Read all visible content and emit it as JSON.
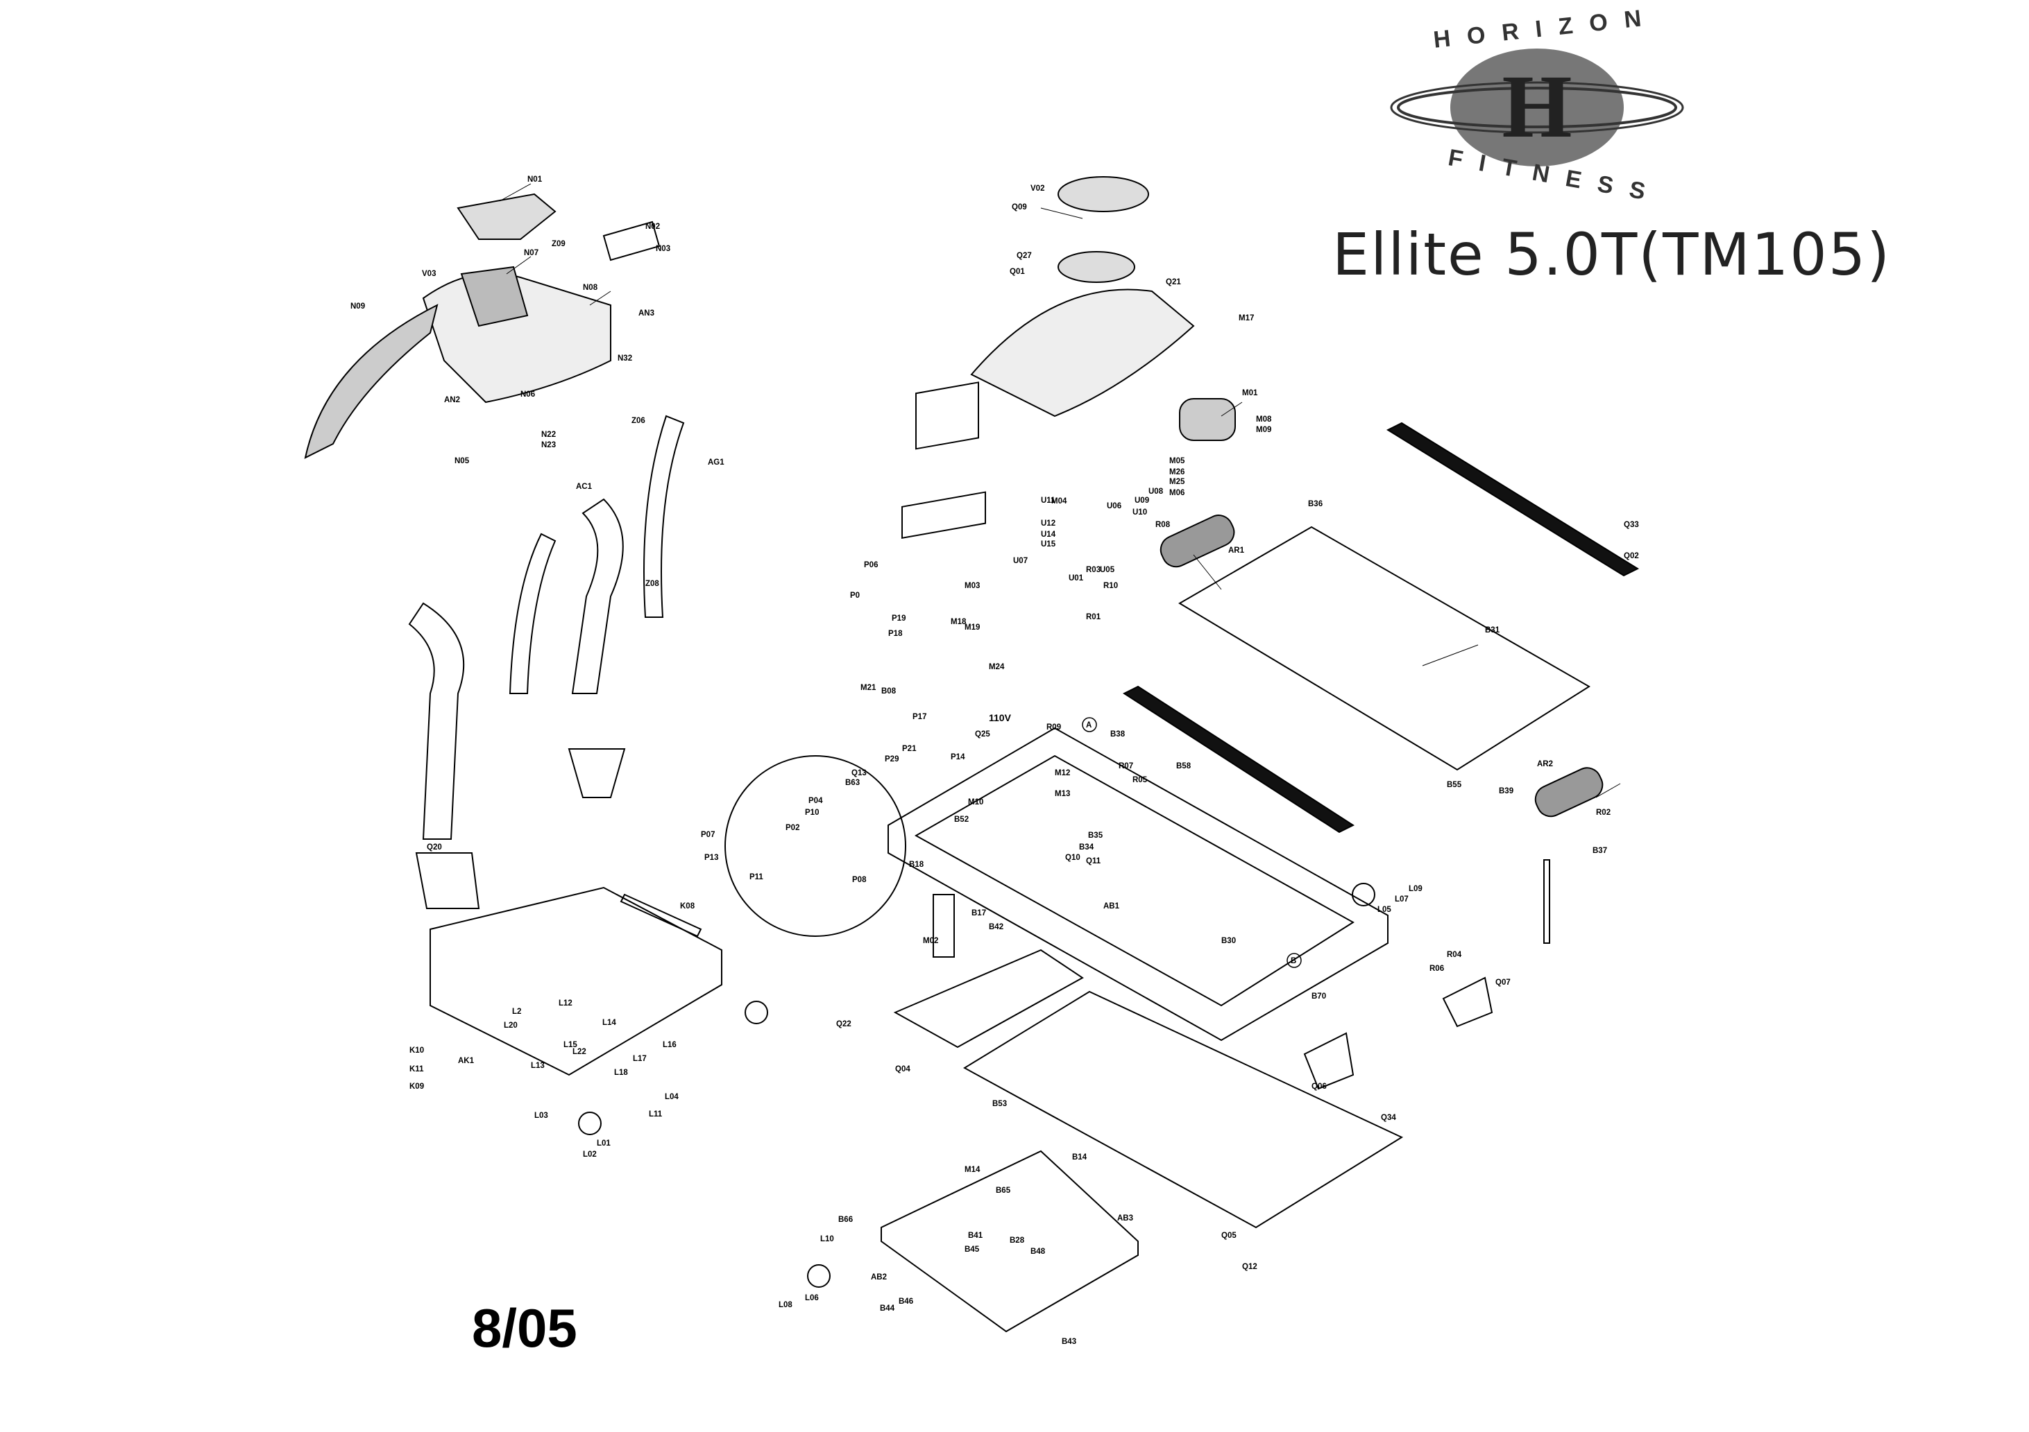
{
  "header": {
    "brand_top": "HORIZON",
    "brand_letter": "H",
    "brand_bottom": "FITNESS",
    "model_title": "Ellite  5.0T(TM105)"
  },
  "footer": {
    "date_code": "8/05"
  },
  "callouts": {
    "voltage": "110V",
    "circle_A": "A",
    "circle_B": "B"
  },
  "part_labels": [
    "N01",
    "N02",
    "N03",
    "N07",
    "N08",
    "N09",
    "N06",
    "N32",
    "N22",
    "N23",
    "N05",
    "Z09",
    "Z06",
    "Z08",
    "V03",
    "V02",
    "AN2",
    "AN3",
    "AG1",
    "AC1",
    "Q01",
    "Q09",
    "Q27",
    "Q21",
    "Q20",
    "Q25",
    "Q13",
    "Q33",
    "Q02",
    "Q22",
    "Q04",
    "Q07",
    "Q06",
    "Q34",
    "Q05",
    "Q12",
    "Q10",
    "Q11",
    "M17",
    "M01",
    "M08",
    "M09",
    "M05",
    "M26",
    "M25",
    "M06",
    "M04",
    "M03",
    "M18",
    "M19",
    "M24",
    "M21",
    "M02",
    "M12",
    "M13",
    "M10",
    "M14",
    "U11",
    "U12",
    "U14",
    "U15",
    "U07",
    "U01",
    "U06",
    "U08",
    "U10",
    "U05",
    "U09",
    "R03",
    "R08",
    "R10",
    "R01",
    "R09",
    "R07",
    "R05",
    "R02",
    "R06",
    "R04",
    "B36",
    "B31",
    "B55",
    "B39",
    "B37",
    "B38",
    "B58",
    "B63",
    "B52",
    "B35",
    "B34",
    "B18",
    "B17",
    "B42",
    "AB1",
    "B30",
    "B70",
    "B53",
    "B14",
    "B65",
    "B66",
    "B41",
    "B45",
    "B28",
    "B48",
    "B44",
    "B46",
    "B43",
    "AB2",
    "AB3",
    "B08",
    "AR1",
    "AR2",
    "P06",
    "P0",
    "P19",
    "P18",
    "P17",
    "P29",
    "P21",
    "P14",
    "P07",
    "P04",
    "P10",
    "P02",
    "P13",
    "P11",
    "P08",
    "K08",
    "K10",
    "K11",
    "K09",
    "AK1",
    "L2",
    "L12",
    "L14",
    "L20",
    "L15",
    "L13",
    "L22",
    "L16",
    "L17",
    "L18",
    "L04",
    "L11",
    "L03",
    "L01",
    "L02",
    "L05",
    "L07",
    "L09",
    "L10",
    "L08",
    "L06"
  ]
}
